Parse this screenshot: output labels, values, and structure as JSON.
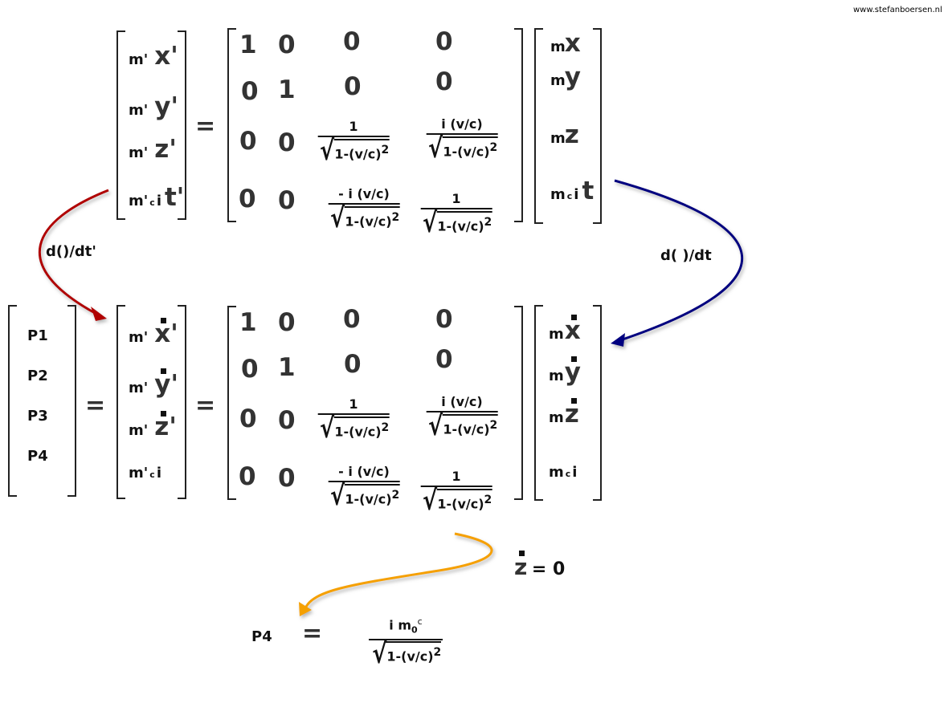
{
  "watermark": "www.stefanboersen.nl",
  "equals": "=",
  "matrix": {
    "rows": [
      [
        "1",
        "0",
        "0",
        "0"
      ],
      [
        "0",
        "1",
        "0",
        "0"
      ],
      [
        "0",
        "0",
        {
          "num": "1",
          "den": "1-(v/c)",
          "exp": "2"
        },
        {
          "num": "i (v/c)",
          "den": "1-(v/c)",
          "exp": "2"
        }
      ],
      [
        "0",
        "0",
        {
          "num": "- i (v/c)",
          "den": "1-(v/c)",
          "exp": "2"
        },
        {
          "num": "1",
          "den": "1-(v/c)",
          "exp": "2"
        }
      ]
    ]
  },
  "top": {
    "lhs": [
      {
        "coef": "m'",
        "var": "x'"
      },
      {
        "coef": "m'",
        "var": "y'"
      },
      {
        "coef": "m'",
        "var": "z'"
      },
      {
        "coef": "m'",
        "sub": "c",
        "i": "i",
        "var": "t'"
      }
    ],
    "rhs": [
      {
        "coef": "m",
        "var": "x"
      },
      {
        "coef": "m",
        "var": "y"
      },
      {
        "coef": "m",
        "var": "z"
      },
      {
        "coef": "m",
        "sub": "c",
        "i": "i",
        "var": "t"
      }
    ]
  },
  "bottom": {
    "p_vector": [
      "P1",
      "P2",
      "P3",
      "P4"
    ],
    "lhs": [
      {
        "coef": "m'",
        "var": "x'"
      },
      {
        "coef": "m'",
        "var": "y'"
      },
      {
        "coef": "m'",
        "var": "z'"
      },
      {
        "coef": "m'",
        "sub": "c",
        "i": "i",
        "var": ""
      }
    ],
    "rhs": [
      {
        "coef": "m",
        "var": "x"
      },
      {
        "coef": "m",
        "var": "y"
      },
      {
        "coef": "m",
        "var": "z"
      },
      {
        "coef": "m",
        "sub": "c",
        "i": "i",
        "var": ""
      }
    ]
  },
  "labels": {
    "left_derivative": "d()/dt'",
    "right_derivative": "d( )/dt",
    "zdot_var": "z",
    "zdot_rest": "= 0"
  },
  "result": {
    "lhs": "P4",
    "equals": "=",
    "num_main": "i  m",
    "num_sub": "0",
    "num_c": "c",
    "den": "1-(v/c)",
    "exp": "2"
  },
  "colors": {
    "left_arrow": "#b00000",
    "right_arrow": "#000080",
    "bottom_arrow": "#f5a000"
  }
}
